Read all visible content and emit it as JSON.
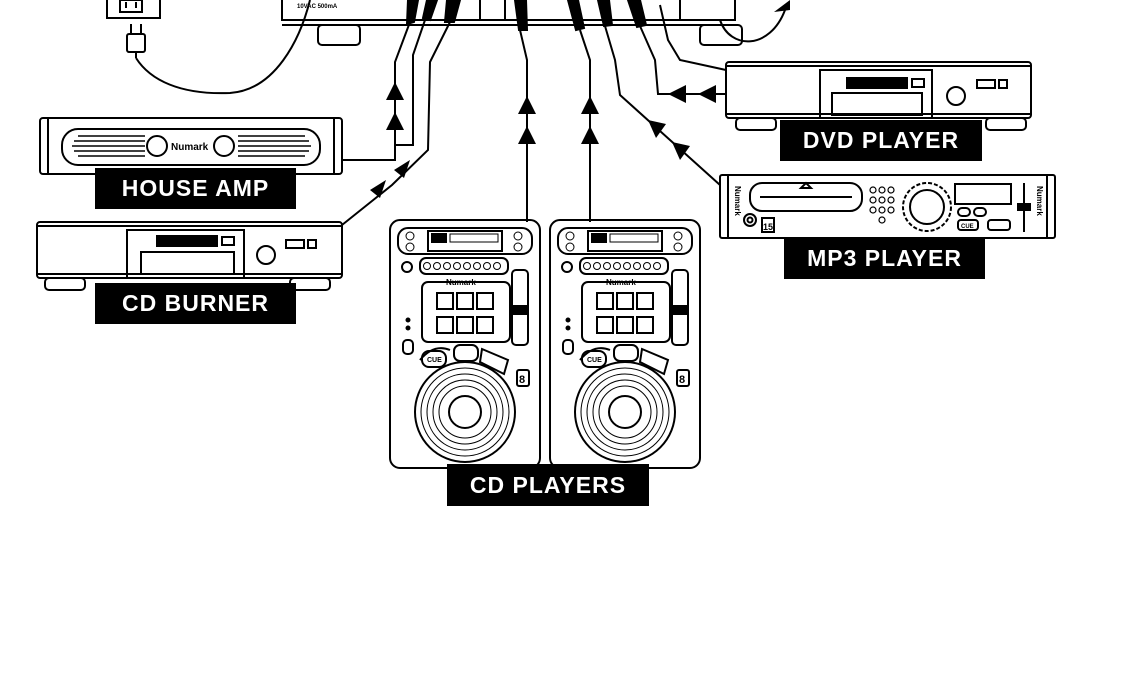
{
  "labels": {
    "house_amp": "HOUSE AMP",
    "cd_burner": "CD BURNER",
    "dvd_player": "DVD PLAYER",
    "mp3_player": "MP3 PLAYER",
    "cd_players": "CD PLAYERS"
  },
  "device_text": {
    "mixer_power_rating": "10VAC 500mA",
    "amp_brand": "Numark",
    "cd_player_brand": "Numark",
    "mp3_player_brand": "Numark",
    "cd_player_cue": "CUE",
    "mp3_player_cue": "CUE",
    "mp3_badge": "15",
    "cd_player_badge": "8"
  },
  "colors": {
    "line": "#000000",
    "label_bg": "#000000",
    "label_text": "#ffffff",
    "background": "#ffffff"
  }
}
